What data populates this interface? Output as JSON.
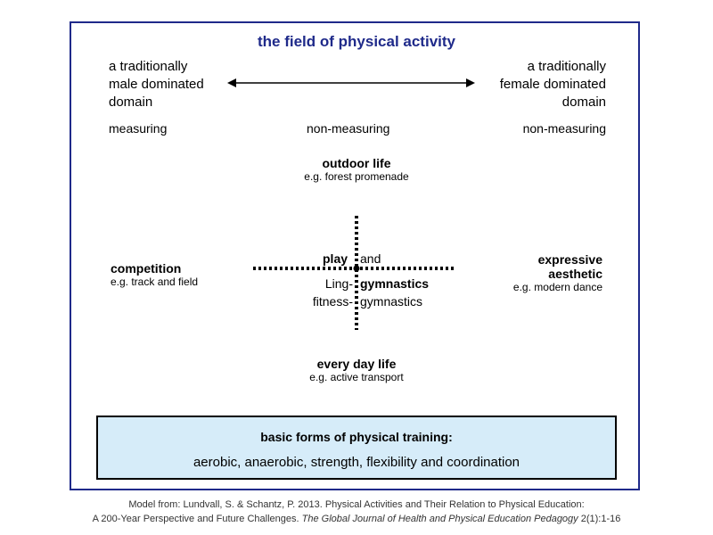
{
  "title": "the field of physical activity",
  "left_domain": [
    "a traditionally",
    "male dominated",
    "domain"
  ],
  "right_domain": [
    "a traditionally",
    "female dominated",
    "domain"
  ],
  "measuring": [
    "measuring",
    "non-measuring",
    "non-measuring"
  ],
  "outdoor": {
    "title": "outdoor life",
    "example": "e.g. forest promenade"
  },
  "everyday": {
    "title": "every day life",
    "example": "e.g. active transport"
  },
  "competition": {
    "title": "competition",
    "example": "e.g. track and field"
  },
  "expressive": {
    "title_1": "expressive",
    "title_2": "aesthetic",
    "example": "e.g. modern dance"
  },
  "quadrants": {
    "play": "play",
    "and": "and",
    "ling_1": "Ling-",
    "ling_2": "fitness-",
    "gym_1": "gymnastics",
    "gym_2": "gymnastics"
  },
  "basic": {
    "title": "basic forms of physical training:",
    "items": "aerobic, anaerobic, strength, flexibility and coordination"
  },
  "credit": {
    "line1": "Model from: Lundvall, S. & Schantz, P. 2013. Physical Activities and Their Relation to Physical Education:",
    "line2_pre": "A 200-Year Perspective and Future Challenges. ",
    "line2_journal": "The Global Journal of Health and Physical Education Pedagogy",
    "line2_post": " 2(1):1-16"
  },
  "colors": {
    "frame": "#1f2a8a",
    "title": "#1f2a8a",
    "box_fill": "#d6ecf9"
  }
}
